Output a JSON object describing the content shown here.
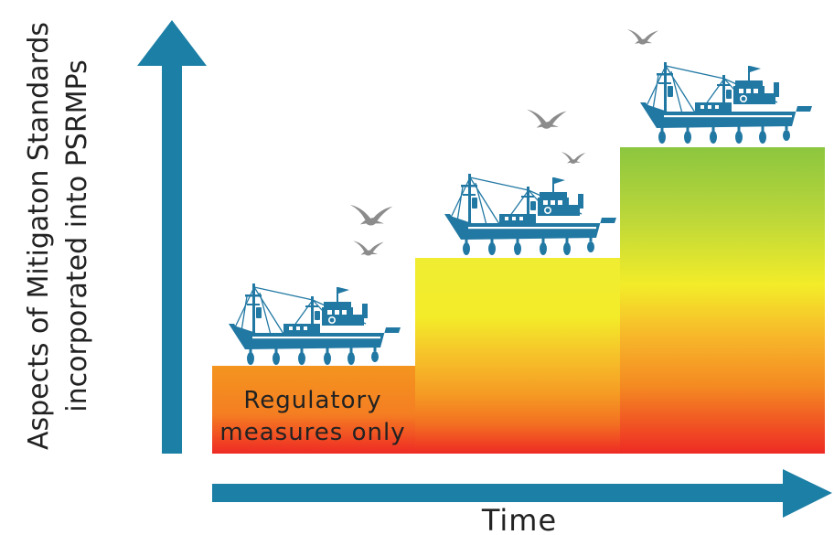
{
  "y_axis_label": [
    "Aspects of Mitigaton Standards",
    "incorporated into PSRMPs"
  ],
  "x_axis_label": "Time",
  "steps": [
    {
      "label": [
        "Regulatory",
        "measures only"
      ]
    },
    {
      "label": []
    },
    {
      "label": []
    }
  ],
  "colors": {
    "arrow": "#1b7fa6",
    "boat": "#2178a3",
    "bird": "#8c8c8c",
    "red": "#ee2a24",
    "orange": "#f59a23",
    "yellow": "#f3ec29",
    "green": "#8cc63f"
  },
  "icons": [
    "fishing-boat-icon",
    "seagull-icon",
    "arrow-up-icon",
    "arrow-right-icon"
  ]
}
